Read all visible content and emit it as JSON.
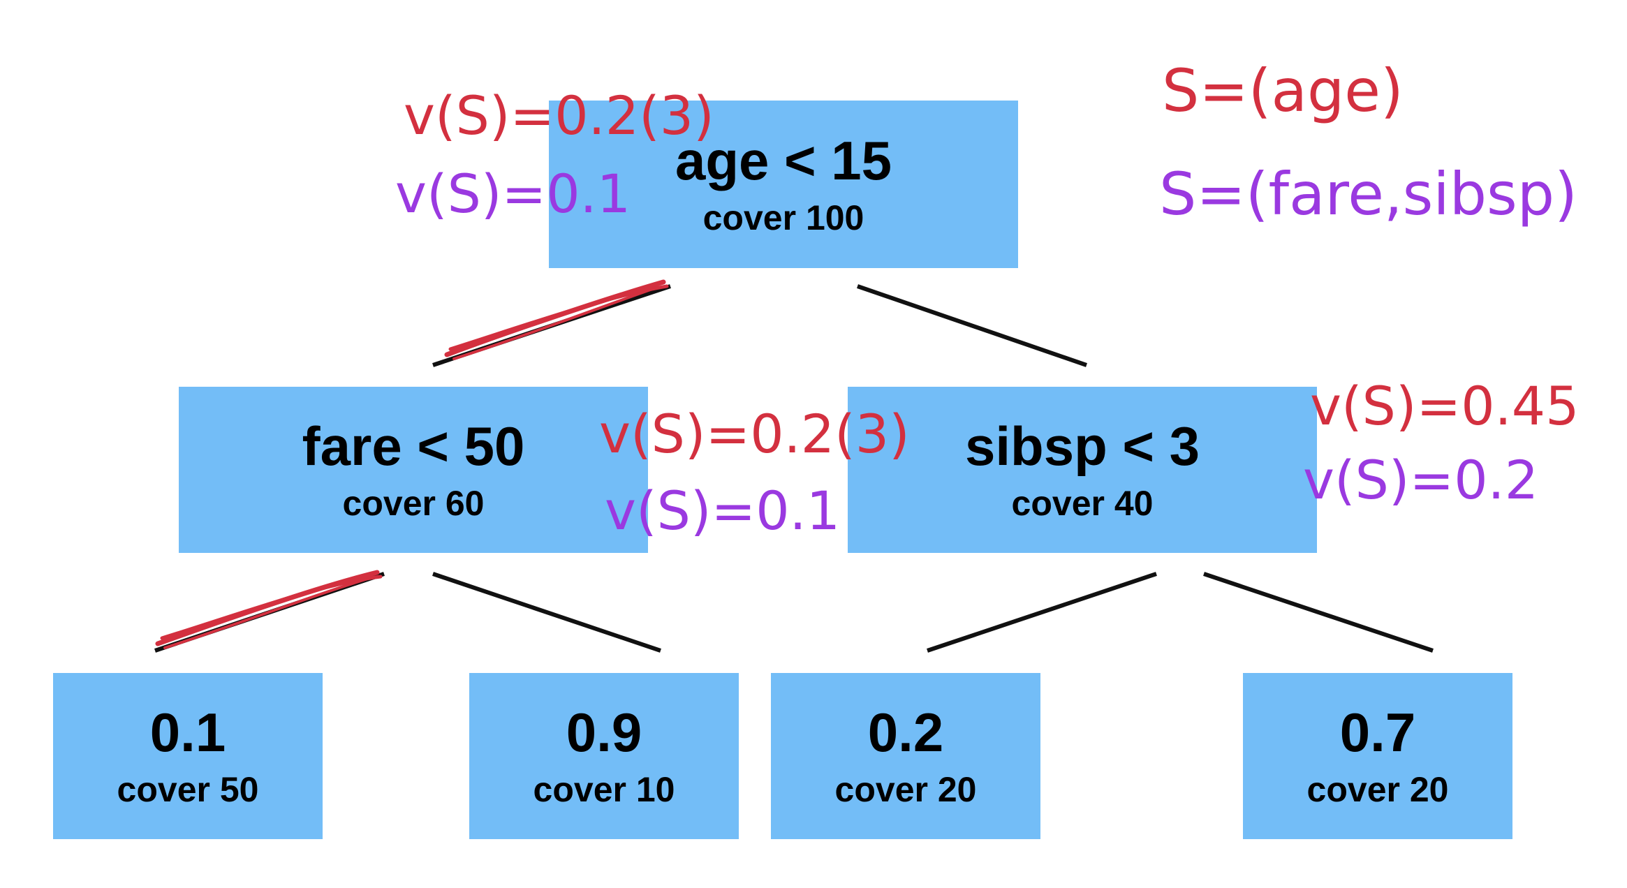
{
  "colors": {
    "node_fill": "#73BDF7",
    "edge": "#111111",
    "red_ink": "#D3303F",
    "purple_ink": "#9A39E0"
  },
  "nodes": {
    "root": {
      "title": "age < 15",
      "cover": "cover 100"
    },
    "left": {
      "title": "fare < 50",
      "cover": "cover 60"
    },
    "right": {
      "title": "sibsp < 3",
      "cover": "cover 40"
    },
    "leaf1": {
      "title": "0.1",
      "cover": "cover 50"
    },
    "leaf2": {
      "title": "0.9",
      "cover": "cover 10"
    },
    "leaf3": {
      "title": "0.2",
      "cover": "cover 20"
    },
    "leaf4": {
      "title": "0.7",
      "cover": "cover 20"
    }
  },
  "annotations": {
    "root_red": "v(S)=0.2(3)",
    "root_purple": "v(S)=0.1",
    "left_red": "v(S)=0.2(3)",
    "left_purple": "v(S)=0.1",
    "right_red": "v(S)=0.45",
    "right_purple": "v(S)=0.2",
    "set_red": "S=(age)",
    "set_purple": "S=(fare,sibsp)"
  }
}
